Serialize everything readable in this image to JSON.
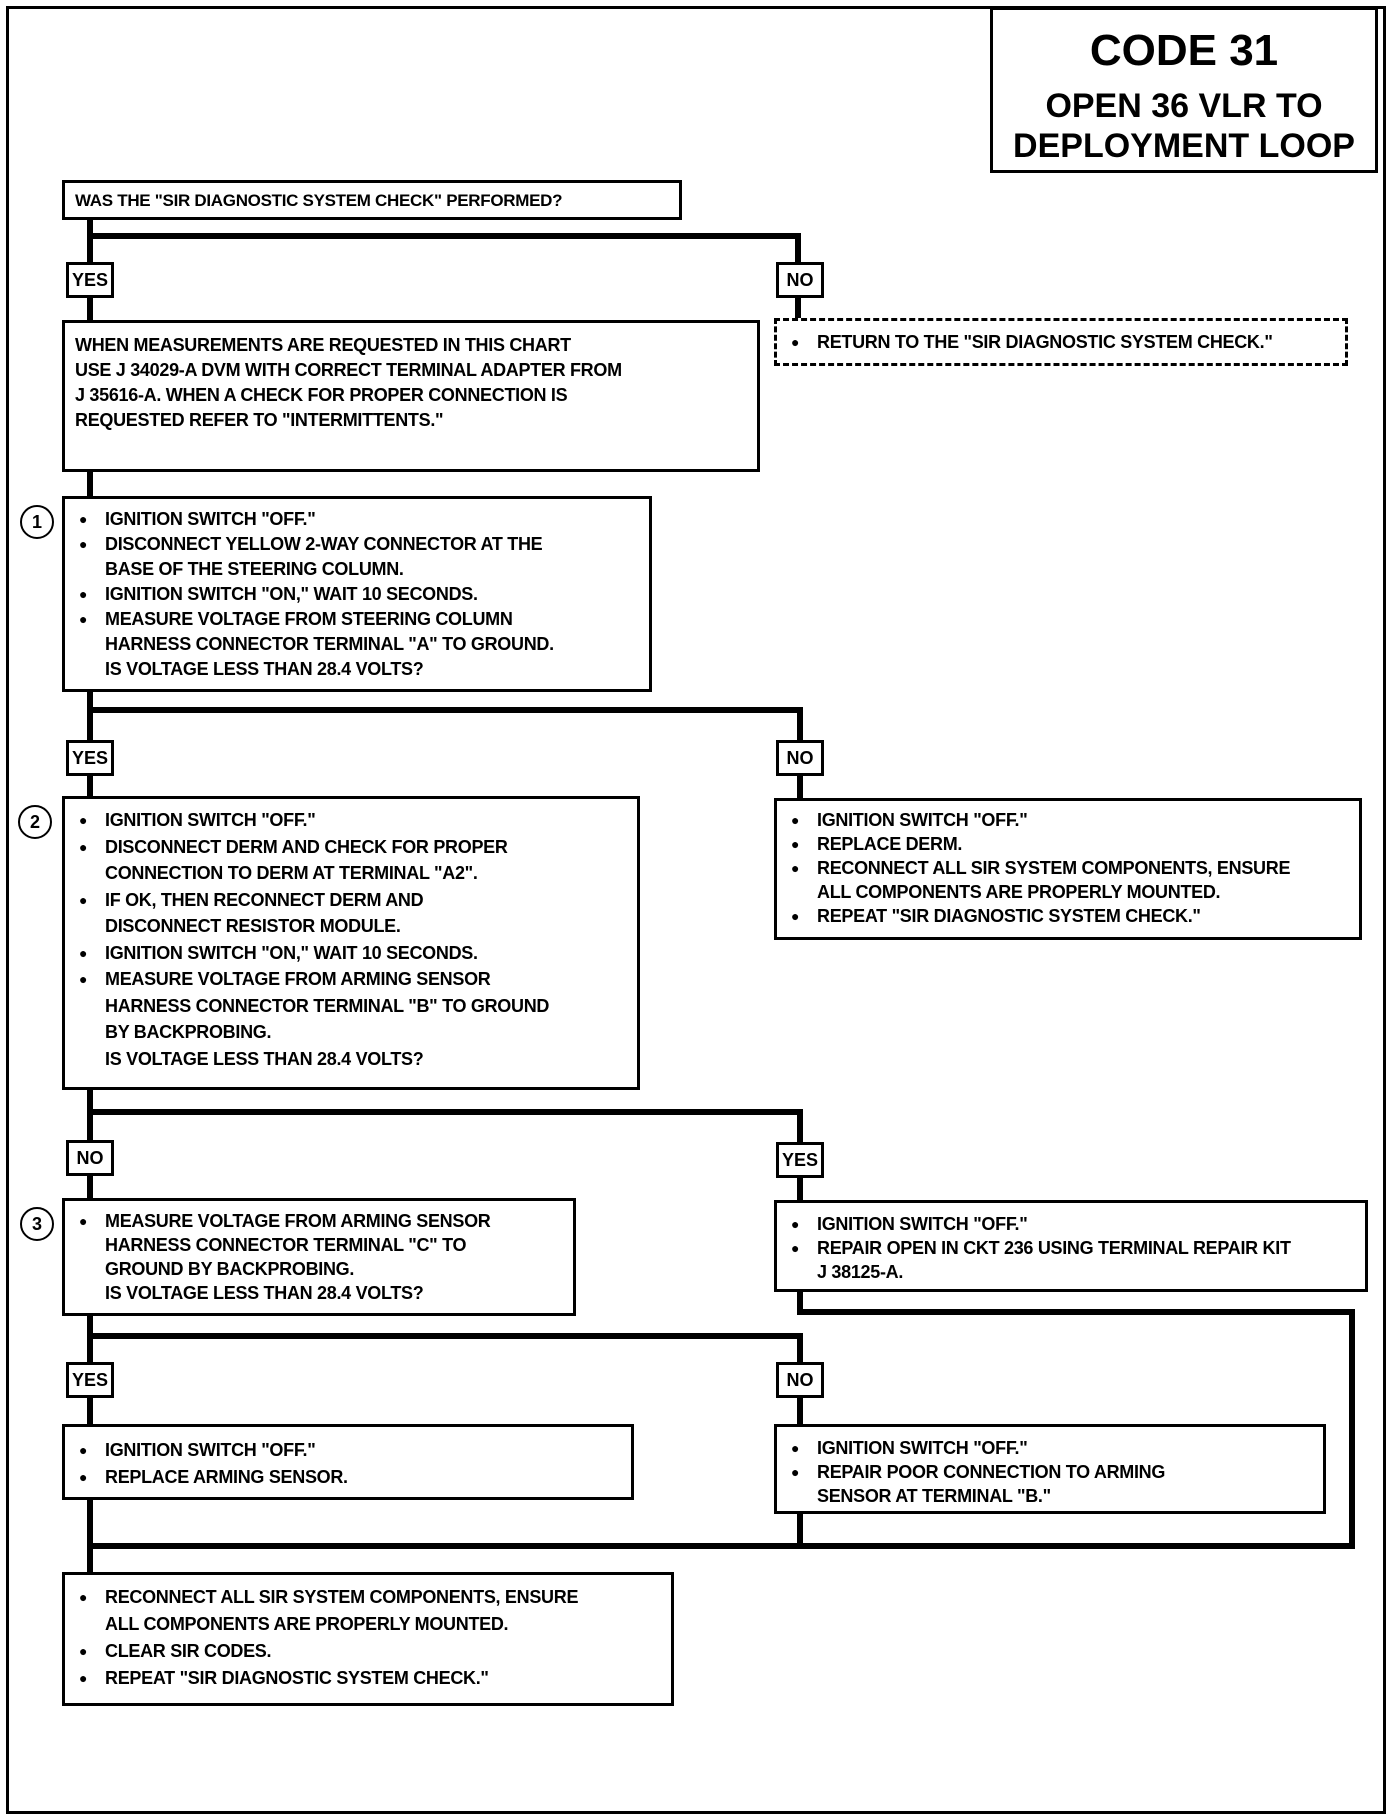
{
  "header": {
    "code": "CODE 31",
    "subtitle": "OPEN 36 VLR TO\nDEPLOYMENT LOOP"
  },
  "start": {
    "question": "WAS THE \"SIR DIAGNOSTIC SYSTEM CHECK\" PERFORMED?",
    "yes_label": "YES",
    "no_label": "NO",
    "no_action": "RETURN TO THE \"SIR DIAGNOSTIC SYSTEM CHECK.\""
  },
  "intro": {
    "text": "WHEN MEASUREMENTS ARE REQUESTED IN THIS CHART\nUSE J 34029-A DVM WITH CORRECT TERMINAL ADAPTER FROM\nJ 35616-A.  WHEN A CHECK FOR PROPER CONNECTION IS\nREQUESTED REFER TO \"INTERMITTENTS.\""
  },
  "step1": {
    "number": "1",
    "items": [
      "IGNITION SWITCH \"OFF.\"",
      "DISCONNECT YELLOW 2-WAY CONNECTOR AT THE\nBASE OF THE STEERING COLUMN.",
      "IGNITION SWITCH \"ON,\" WAIT 10 SECONDS.",
      "MEASURE VOLTAGE FROM STEERING COLUMN\nHARNESS CONNECTOR TERMINAL \"A\" TO GROUND.\nIS VOLTAGE LESS THAN 28.4 VOLTS?"
    ],
    "yes_label": "YES",
    "no_label": "NO"
  },
  "step1_no": {
    "items": [
      "IGNITION SWITCH \"OFF.\"",
      "REPLACE DERM.",
      "RECONNECT ALL SIR SYSTEM COMPONENTS, ENSURE\nALL COMPONENTS ARE PROPERLY MOUNTED.",
      "REPEAT \"SIR DIAGNOSTIC SYSTEM CHECK.\""
    ]
  },
  "step2": {
    "number": "2",
    "items": [
      "IGNITION SWITCH \"OFF.\"",
      "DISCONNECT DERM AND CHECK FOR PROPER\nCONNECTION TO DERM AT TERMINAL \"A2\".",
      "IF OK, THEN RECONNECT DERM AND\nDISCONNECT RESISTOR MODULE.",
      "IGNITION SWITCH \"ON,\" WAIT 10 SECONDS.",
      "MEASURE VOLTAGE FROM ARMING SENSOR\nHARNESS CONNECTOR TERMINAL \"B\" TO GROUND\nBY BACKPROBING.\nIS VOLTAGE LESS THAN 28.4 VOLTS?"
    ],
    "no_label": "NO",
    "yes_label": "YES"
  },
  "step2_yes": {
    "items": [
      "IGNITION SWITCH \"OFF.\"",
      "REPAIR OPEN IN CKT 236 USING TERMINAL REPAIR KIT\nJ 38125-A."
    ]
  },
  "step3": {
    "number": "3",
    "items": [
      "MEASURE VOLTAGE FROM ARMING SENSOR\nHARNESS CONNECTOR TERMINAL \"C\" TO\nGROUND BY BACKPROBING.\nIS VOLTAGE LESS THAN 28.4 VOLTS?"
    ],
    "yes_label": "YES",
    "no_label": "NO"
  },
  "step3_yes": {
    "items": [
      "IGNITION SWITCH \"OFF.\"",
      "REPLACE ARMING SENSOR."
    ]
  },
  "step3_no": {
    "items": [
      "IGNITION SWITCH \"OFF.\"",
      "REPAIR POOR CONNECTION TO ARMING\nSENSOR AT TERMINAL \"B.\""
    ]
  },
  "final": {
    "items": [
      "RECONNECT ALL SIR SYSTEM COMPONENTS, ENSURE\nALL COMPONENTS ARE PROPERLY MOUNTED.",
      "CLEAR SIR CODES.",
      "REPEAT \"SIR DIAGNOSTIC SYSTEM CHECK.\""
    ]
  }
}
